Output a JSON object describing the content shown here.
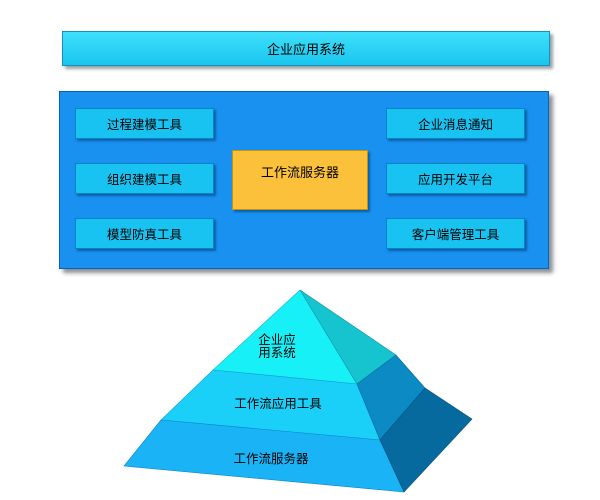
{
  "top_bar": {
    "label": "企业应用系统"
  },
  "panel": {
    "left_tools": [
      "过程建模工具",
      "组织建模工具",
      "模型防真工具"
    ],
    "center": "工作流服务器",
    "right_tools": [
      "企业消息通知",
      "应用开发平台",
      "客户端管理工具"
    ]
  },
  "pyramid": {
    "tiers": [
      {
        "label_line1": "企业应",
        "label_line2": "用系统"
      },
      {
        "label": "工作流应用工具"
      },
      {
        "label": "工作流服务器"
      }
    ]
  },
  "colors": {
    "top_bar": "#19c6ee",
    "panel": "#1991f0",
    "tool": "#19c3f1",
    "server": "#fbc13a",
    "tier_top_front": "#18f0f8",
    "tier_mid_front": "#1ad0f8",
    "tier_bot_front": "#1ab3f6",
    "tier_top_side": "#16c4cf",
    "tier_mid_side": "#0b8ac4",
    "tier_bot_side": "#076a9e"
  }
}
